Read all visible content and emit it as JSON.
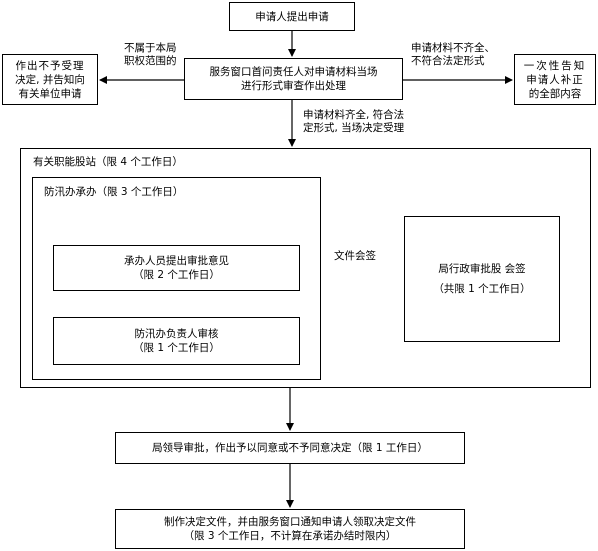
{
  "nodes": {
    "start": "申请人提出申请",
    "review_line1": "服务窗口首问责任人对申请材料当场",
    "review_line2": "进行形式审查作出处理",
    "reject_line1": "作出不予受理",
    "reject_line2": "决定, 并告知向",
    "reject_line3": "有关单位申请",
    "notify_line1": "一次性告知",
    "notify_line2": "申请人补正",
    "notify_line3": "的全部内容",
    "dept_title": "有关职能股站（限 4 个工作日）",
    "flood_title": "防汛办承办（限 3 个工作日）",
    "staff_line1": "承办人员提出审批意见",
    "staff_line2": "（限 2 个工作日）",
    "head_line1": "防汛办负责人审核",
    "head_line2": "（限 1 个工作日）",
    "admin_line1": "局行政审批股  会签",
    "admin_line2": "（共限 1 个工作日）",
    "leader": "局领导审批，作出予以同意或不予同意决定（限 1 工作日）",
    "final_line1": "制作决定文件，并由服务窗口通知申请人领取决定文件",
    "final_line2": "（限 3 个工作日，不计算在承诺办结时限内）"
  },
  "edge_labels": {
    "out_of_scope_line1": "不属于本局",
    "out_of_scope_line2": "职权范围的",
    "incomplete_line1": "申请材料不齐全、",
    "incomplete_line2": "不符合法定形式",
    "complete_line1": "申请材料齐全, 符合法",
    "complete_line2": "定形式, 当场决定受理",
    "countersign": "文件会签"
  }
}
